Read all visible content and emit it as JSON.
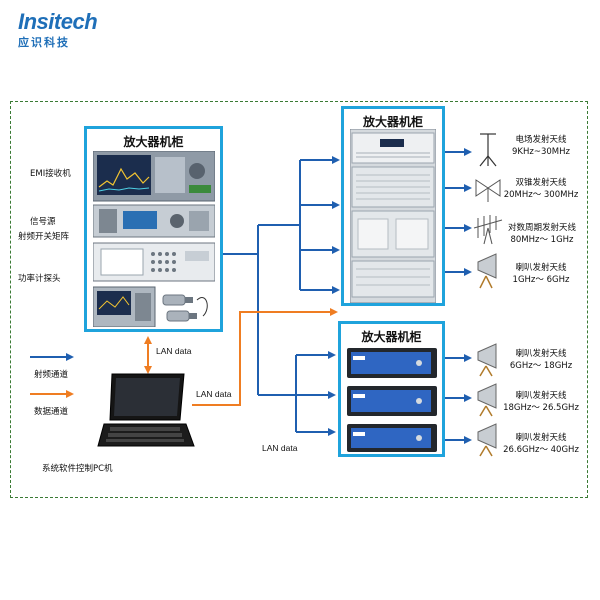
{
  "logo": {
    "name": "Insitech",
    "subtitle": "应识科技"
  },
  "cabinet_left": {
    "title": "放大器机柜",
    "labels": {
      "emi": "EMI接收机",
      "signal_source": "信号源",
      "rf_switch": "射频开关矩阵",
      "power_probe": "功率计探头"
    }
  },
  "cabinet_right_top": {
    "title": "放大器机柜"
  },
  "cabinet_right_bottom": {
    "title": "放大器机柜"
  },
  "antennas_top": [
    {
      "name": "电场发射天线",
      "range": "9KHz~30MHz"
    },
    {
      "name": "双锥发射天线",
      "range": "20MHz～ 300MHz"
    },
    {
      "name": "对数周期发射天线",
      "range": "80MHz～ 1GHz"
    },
    {
      "name": "喇叭发射天线",
      "range": "1GHz～ 6GHz"
    }
  ],
  "antennas_bottom": [
    {
      "name": "喇叭发射天线",
      "range": "6GHz～ 18GHz"
    },
    {
      "name": "喇叭发射天线",
      "range": "18GHz～ 26.5GHz"
    },
    {
      "name": "喇叭发射天线",
      "range": "26.6GHz～ 40GHz"
    }
  ],
  "legend": {
    "rf_channel": "射频通道",
    "data_channel": "数据通道"
  },
  "lan": {
    "label1": "LAN data",
    "label2": "LAN data",
    "label3": "LAN data"
  },
  "pc": {
    "label": "系统软件控制PC机"
  },
  "colors": {
    "rf": "#1f5fb0",
    "data": "#ef7d22",
    "cabinet_border": "#1fa3dc",
    "frame": "#3a7a34"
  }
}
